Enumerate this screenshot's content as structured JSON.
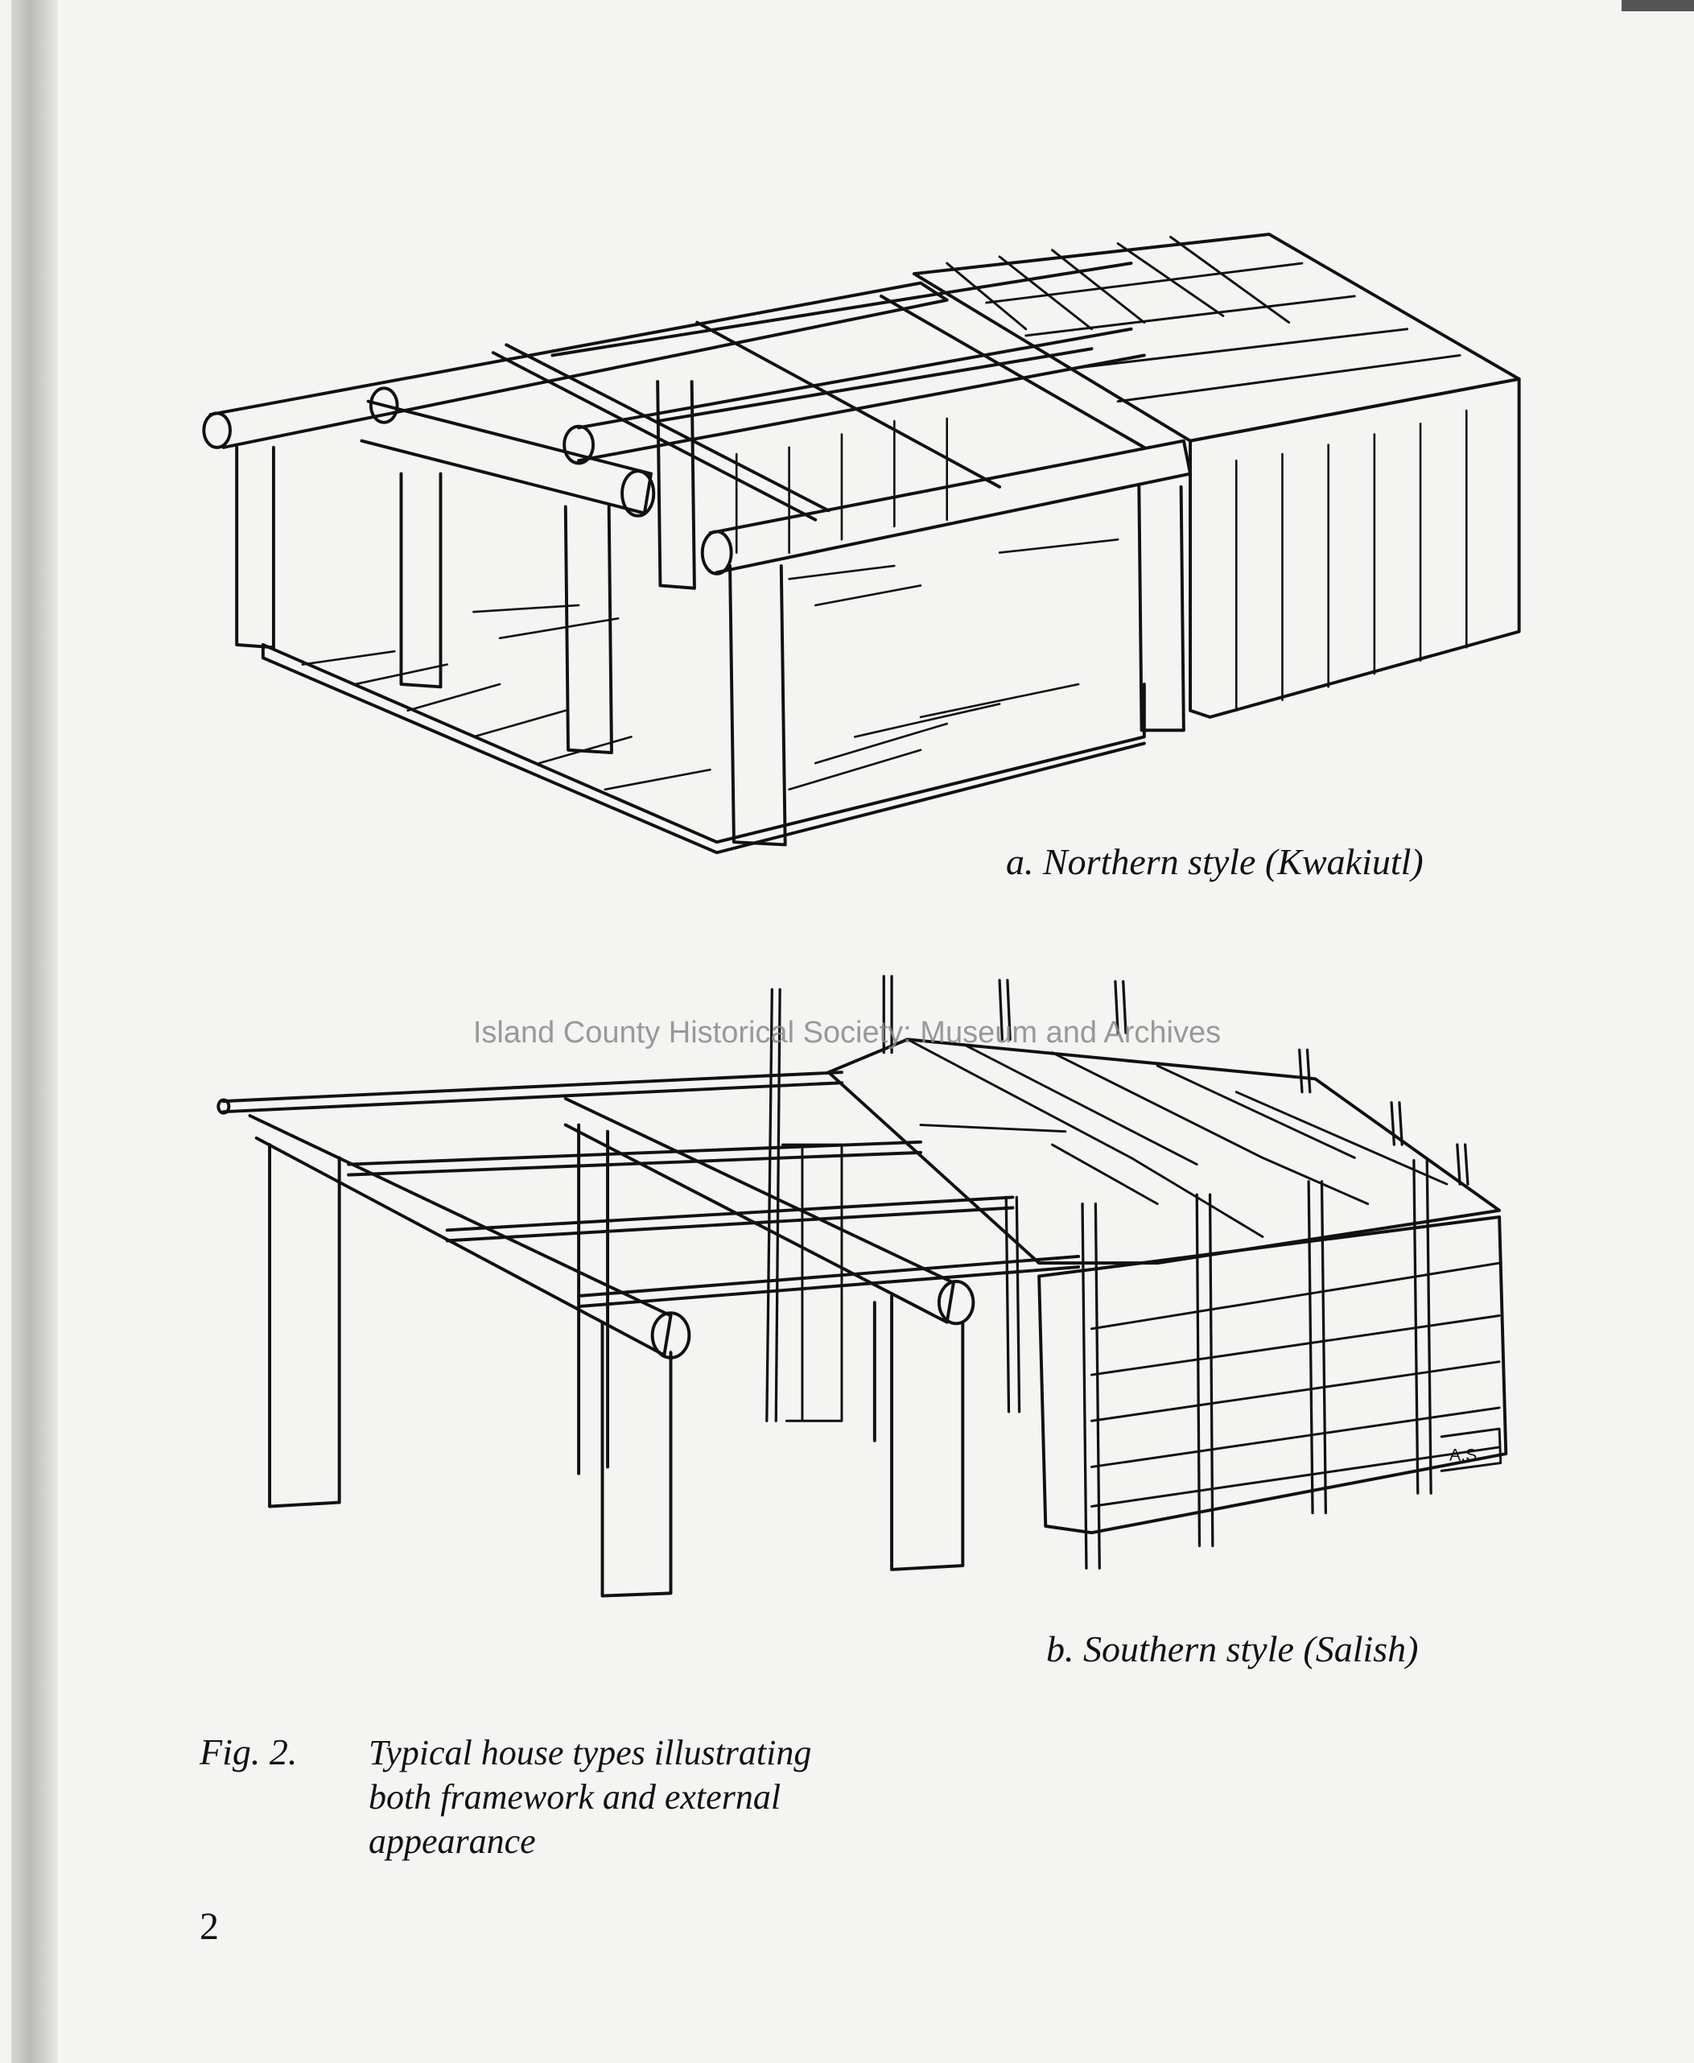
{
  "figures": [
    {
      "caption": "a.  Northern style  (Kwakiutl)"
    },
    {
      "caption": "b.  Southern style  (Salish)",
      "artist_initials": "A.S."
    }
  ],
  "figure_label": "Fig.  2.",
  "figure_caption_lines": [
    "Typical house types illustrating",
    "both framework and external",
    "appearance"
  ],
  "watermark": "Island County Historical Society: Museum and Archives",
  "page_number": "2"
}
